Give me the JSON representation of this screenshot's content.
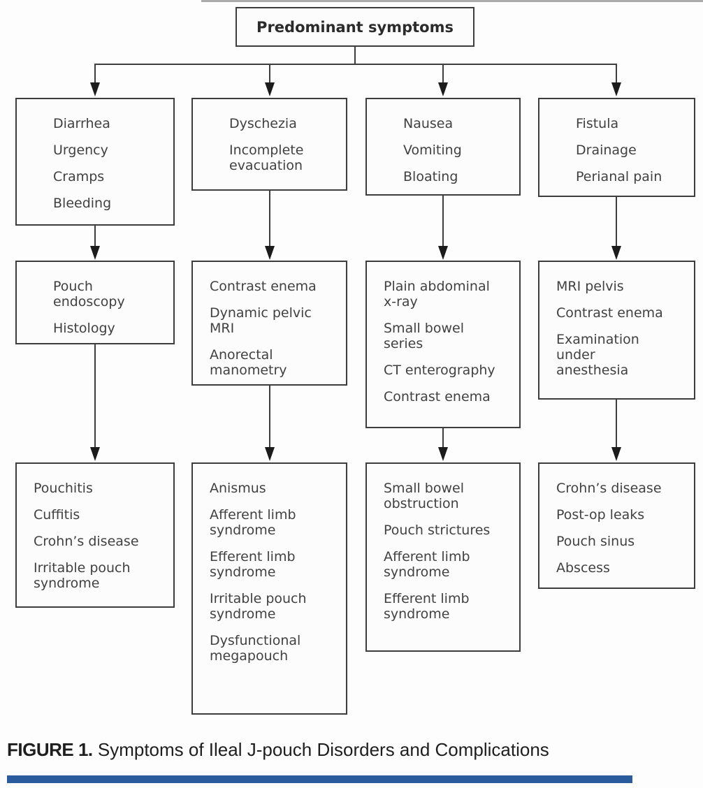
{
  "figure": {
    "root_label": "Predominant symptoms",
    "caption": {
      "prefix": "FIGURE 1.",
      "text": " Symptoms of Ileal J-pouch Disorders and Complications"
    },
    "colors": {
      "box_border": "#3d3d3d",
      "box_text": "#414141",
      "connector": "#3d3d3d",
      "caption_text": "#1e1e1e",
      "bottom_bar": "#2a5b9c"
    },
    "columns": [
      {
        "symptoms": [
          "Diarrhea",
          "Urgency",
          "Cramps",
          "Bleeding"
        ],
        "tests": [
          "Pouch\nendoscopy",
          "Histology"
        ],
        "diagnoses": [
          "Pouchitis",
          "Cuffitis",
          "Crohn’s disease",
          "Irritable pouch\nsyndrome"
        ]
      },
      {
        "symptoms": [
          "Dyschezia",
          "Incomplete\nevacuation"
        ],
        "tests": [
          "Contrast enema",
          "Dynamic pelvic\nMRI",
          "Anorectal\nmanometry"
        ],
        "diagnoses": [
          "Anismus",
          "Afferent limb\nsyndrome",
          "Efferent limb\nsyndrome",
          "Irritable pouch\nsyndrome",
          "Dysfunctional\nmegapouch"
        ]
      },
      {
        "symptoms": [
          "Nausea",
          "Vomiting",
          "Bloating"
        ],
        "tests": [
          "Plain abdominal\nx-ray",
          "Small bowel\nseries",
          "CT enterography",
          "Contrast enema"
        ],
        "diagnoses": [
          "Small bowel\nobstruction",
          "Pouch strictures",
          "Afferent limb\nsyndrome",
          "Efferent limb\nsyndrome"
        ]
      },
      {
        "symptoms": [
          "Fistula",
          "Drainage",
          "Perianal pain"
        ],
        "tests": [
          "MRI pelvis",
          "Contrast enema",
          "Examination\nunder\nanesthesia"
        ],
        "diagnoses": [
          "Crohn’s disease",
          "Post-op leaks",
          "Pouch sinus",
          "Abscess"
        ]
      }
    ]
  }
}
